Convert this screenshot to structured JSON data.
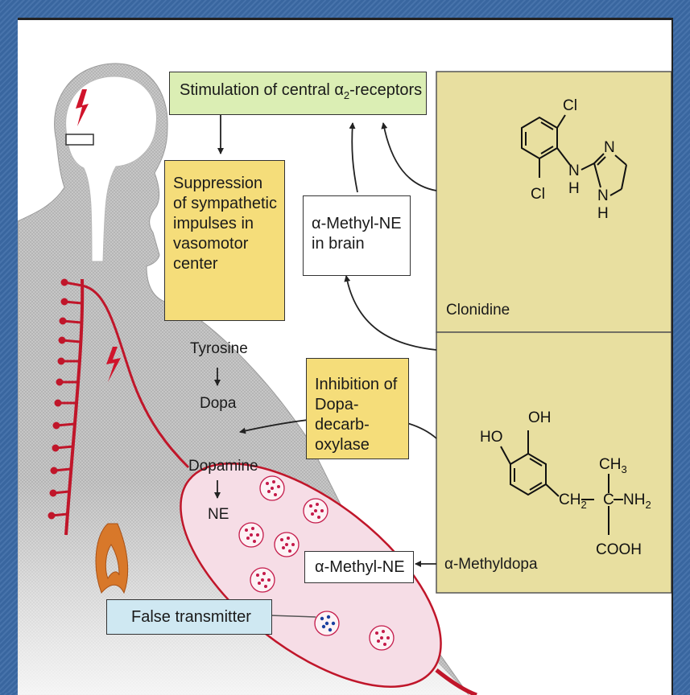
{
  "boxes": {
    "stimulation_prefix": "Stimulation of central α",
    "stimulation_sub": "2",
    "stimulation_suffix": "-receptors",
    "suppression": "Suppression of sympathetic impulses in vasomotor center",
    "methyl_ne_brain": "α-Methyl-NE in brain",
    "inhibition": "Inhibition of Dopa-decarb-oxylase",
    "methyl_ne": "α-Methyl-NE",
    "false_transmitter": "False transmitter"
  },
  "pathway": {
    "tyrosine": "Tyrosine",
    "dopa": "Dopa",
    "dopamine": "Dopamine",
    "ne": "NE"
  },
  "drugs": {
    "clonidine": "Clonidine",
    "methyldopa": "α-Methyldopa"
  },
  "chem_labels": {
    "cl": "Cl",
    "n": "N",
    "h": "H",
    "oh": "OH",
    "ho": "HO",
    "ch3_c": "CH",
    "ch3_sub": "3",
    "ch2_c": "CH",
    "ch2_sub": "2",
    "c": "C",
    "nh2_n": "NH",
    "nh2_sub": "2",
    "cooh": "COOH"
  },
  "colors": {
    "nerve_red": "#c0162a",
    "drug_panel": "#e8dfa0",
    "vesicle_fill": "#f6dde6",
    "vesicle_dots": "#c41a4a",
    "false_dots": "#1a3fa0",
    "kidney_orange": "#d8782a"
  }
}
